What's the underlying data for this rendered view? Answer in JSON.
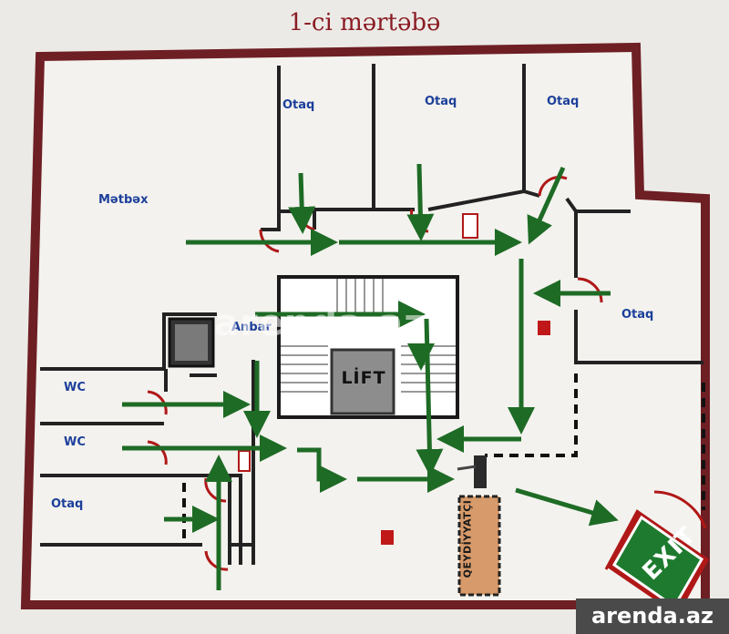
{
  "title": "1-ci mərtəbə",
  "rooms": {
    "kitchen": "Mətbəx",
    "room_top_left": "Otaq",
    "room_top_mid": "Otaq",
    "room_top_right": "Otaq",
    "room_right": "Otaq",
    "room_bottom_left": "Otaq",
    "storage": "Anbar",
    "wc_1": "WC",
    "wc_2": "WC"
  },
  "lift": "LİFT",
  "registration": "QEYDİYYATÇI",
  "exit_sign": "EXIT",
  "watermark": "arenda.az",
  "brand": "arenda.az",
  "colors": {
    "wall": "#6e1f24",
    "arrow": "#1e6b25",
    "door": "#b01818",
    "label": "#1c3f9a",
    "lift": "#8d8d8d",
    "registration_desk": "#d79a6a",
    "exit_sign": "#1d7a2e"
  }
}
